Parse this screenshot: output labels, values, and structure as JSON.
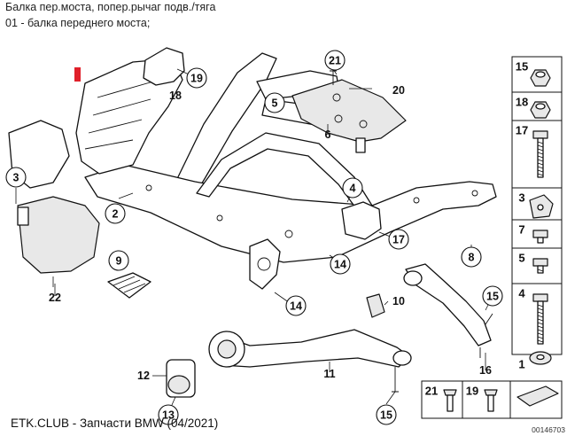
{
  "header": {
    "title": "Балка пер.моста, попер.рычаг подв./тяга",
    "subtitle": "01 - балка переднего моста;"
  },
  "footer": {
    "text": "ETK.CLUB - Запчасти BMW (04/2021)"
  },
  "diagram": {
    "reference_code": "00146703",
    "highlight_color": "#e0202a",
    "callouts": [
      {
        "id": "c2",
        "label": "2"
      },
      {
        "id": "c3",
        "label": "3"
      },
      {
        "id": "c4",
        "label": "4"
      },
      {
        "id": "c5",
        "label": "5"
      },
      {
        "id": "c8",
        "label": "8"
      },
      {
        "id": "c9",
        "label": "9"
      },
      {
        "id": "c13",
        "label": "13"
      },
      {
        "id": "c14a",
        "label": "14"
      },
      {
        "id": "c14b",
        "label": "14"
      },
      {
        "id": "c15a",
        "label": "15"
      },
      {
        "id": "c15b",
        "label": "15"
      },
      {
        "id": "c17",
        "label": "17"
      },
      {
        "id": "c19",
        "label": "19"
      },
      {
        "id": "c21",
        "label": "21"
      }
    ],
    "plain_labels": [
      {
        "id": "p6",
        "label": "6"
      },
      {
        "id": "p10",
        "label": "10"
      },
      {
        "id": "p11",
        "label": "11"
      },
      {
        "id": "p12",
        "label": "12"
      },
      {
        "id": "p16",
        "label": "16"
      },
      {
        "id": "p18",
        "label": "18"
      },
      {
        "id": "p20",
        "label": "20"
      },
      {
        "id": "p22",
        "label": "22"
      }
    ],
    "side_panel": [
      {
        "id": "s15",
        "label": "15",
        "icon": "flange-nut-icon"
      },
      {
        "id": "s18",
        "label": "18",
        "icon": "hex-nut-icon"
      },
      {
        "id": "s17",
        "label": "17",
        "icon": "long-bolt-icon"
      },
      {
        "id": "s3",
        "label": "3",
        "icon": "bracket-clip-icon"
      },
      {
        "id": "s7",
        "label": "7",
        "icon": "short-bolt-icon"
      },
      {
        "id": "s5",
        "label": "5",
        "icon": "stud-bolt-icon"
      },
      {
        "id": "s4",
        "label": "4",
        "icon": "long-screw-icon"
      },
      {
        "id": "s1",
        "label": "1",
        "icon": "washer-icon"
      }
    ],
    "bottom_panel": [
      {
        "id": "b21",
        "label": "21",
        "icon": "push-rivet-icon"
      },
      {
        "id": "b19",
        "label": "19",
        "icon": "expansion-rivet-icon"
      },
      {
        "id": "b_shim",
        "label": "",
        "icon": "shim-plate-icon"
      }
    ]
  }
}
